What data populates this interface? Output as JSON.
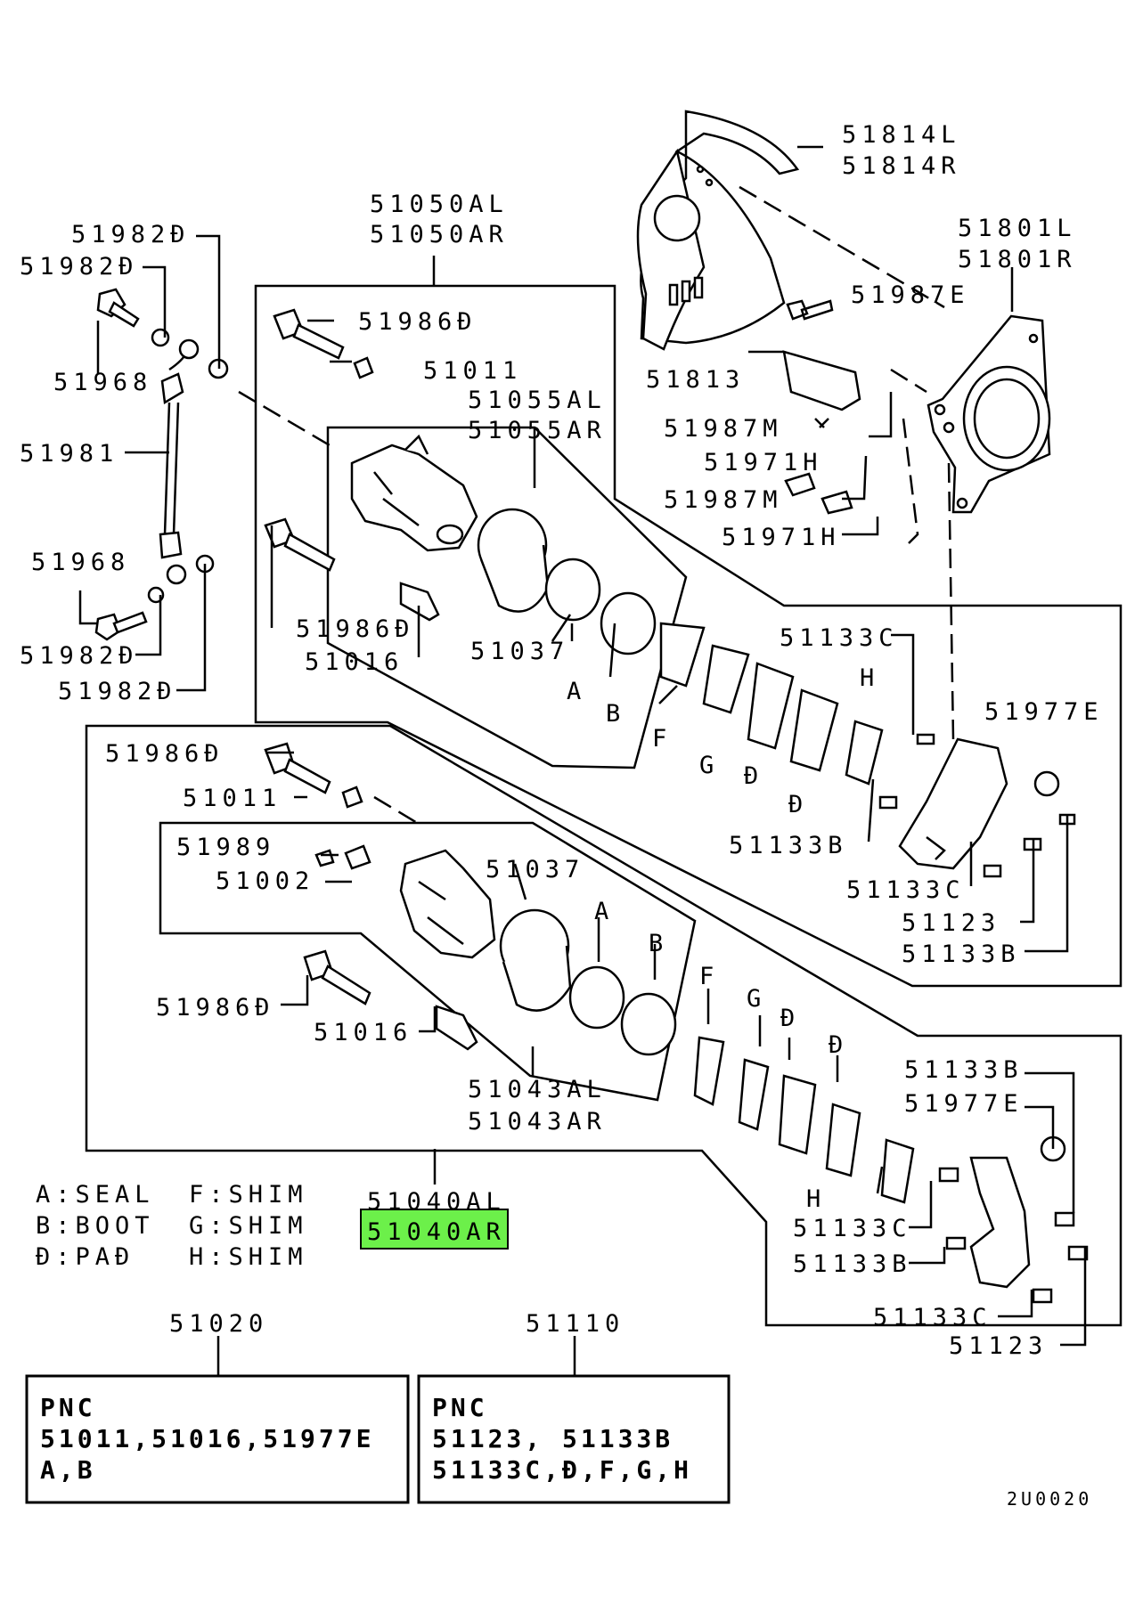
{
  "labels": {
    "p51814": [
      "51814L",
      "51814R"
    ],
    "p51801": [
      "51801L",
      "51801R"
    ],
    "p51050": [
      "51050AL",
      "51050AR"
    ],
    "p51055": [
      "51055AL",
      "51055AR"
    ],
    "p51043": [
      "51043AL",
      "51043AR"
    ],
    "p51040": [
      "51040AL",
      "51040AR"
    ],
    "p51982d": "51982Đ",
    "p51968": "51968",
    "p51981": "51981",
    "p51986d": "51986Đ",
    "p51011": "51011",
    "p51016": "51016",
    "p51037": "51037",
    "p51987e": "51987E",
    "p51813": "51813",
    "p51987m": "51987M",
    "p51971h": "51971H",
    "p51133c": "51133C",
    "p51133b": "51133B",
    "p51977e": "51977E",
    "p51123": "51123",
    "p51989": "51989",
    "p51002": "51002",
    "p51020": "51020",
    "p51110": "51110",
    "letter_a": "A",
    "letter_b": "B",
    "letter_f": "F",
    "letter_g": "G",
    "letter_d": "Đ",
    "letter_h": "H"
  },
  "legend": [
    {
      "left": "A:SEAL",
      "right": "F:SHIM"
    },
    {
      "left": "B:BOOT",
      "right": "G:SHIM"
    },
    {
      "left": "Đ:PAĐ",
      "right": "H:SHIM"
    }
  ],
  "kit_51020": {
    "heading": "PNC",
    "lines": [
      "51011,51016,51977E",
      "A,B"
    ]
  },
  "kit_51110": {
    "heading": "PNC",
    "lines": [
      "51123, 51133B",
      "51133C,Đ,F,G,H"
    ]
  },
  "highlight_color": "#6cf04a",
  "diagram_code": "2U0020"
}
